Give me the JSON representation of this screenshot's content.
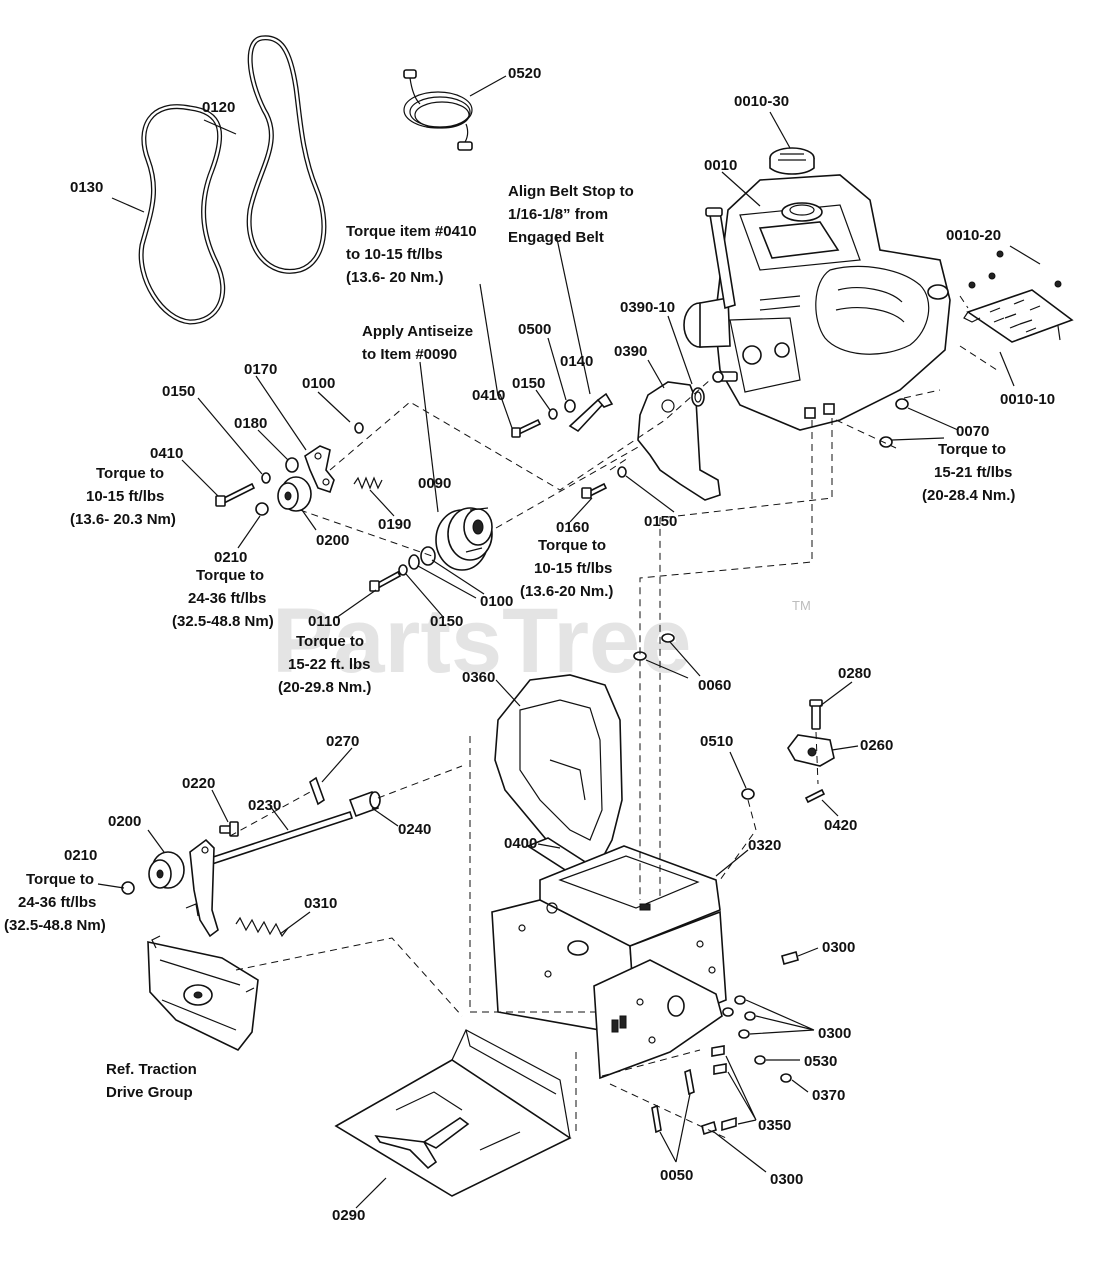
{
  "watermark": {
    "text": "PartsTree",
    "trademark": "TM"
  },
  "labels": {
    "p0520": "0520",
    "p0120": "0120",
    "p0130": "0130",
    "p0010_30": "0010-30",
    "p0010": "0010",
    "p0010_20": "0010-20",
    "p0010_10": "0010-10",
    "p0390_10": "0390-10",
    "p0390": "0390",
    "p0500": "0500",
    "p0140": "0140",
    "p0150_a": "0150",
    "p0410_a": "0410",
    "p0170": "0170",
    "p0100_a": "0100",
    "p0150_b": "0150",
    "p0180": "0180",
    "p0410_b": "0410",
    "p0200_a": "0200",
    "p0190": "0190",
    "p0090": "0090",
    "p0210_a": "0210",
    "p0160": "0160",
    "p0150_c": "0150",
    "p0070": "0070",
    "p0100_b": "0100",
    "p0110": "0110",
    "p0150_d": "0150",
    "p0060": "0060",
    "p0360": "0360",
    "p0280": "0280",
    "p0260": "0260",
    "p0270": "0270",
    "p0510": "0510",
    "p0420": "0420",
    "p0220": "0220",
    "p0230": "0230",
    "p0240": "0240",
    "p0200_b": "0200",
    "p0400": "0400",
    "p0320": "0320",
    "p0210_b": "0210",
    "p0310": "0310",
    "p0300_a": "0300",
    "p0300_b": "0300",
    "p0530": "0530",
    "p0370": "0370",
    "p0350": "0350",
    "p0050": "0050",
    "p0300_c": "0300",
    "p0290": "0290"
  },
  "notes": {
    "align_belt": [
      "Align Belt Stop to",
      "1/16-1/8” from",
      "Engaged Belt"
    ],
    "torque_0410": [
      "Torque item #0410",
      "to 10-15 ft/lbs",
      "(13.6- 20 Nm.)"
    ],
    "antiseize": [
      "Apply Antiseize",
      "to Item #0090"
    ],
    "torque_left_0410": [
      "Torque to",
      "10-15 ft/lbs",
      "(13.6- 20.3 Nm)"
    ],
    "torque_0210_a": [
      "Torque to",
      "24-36 ft/lbs",
      "(32.5-48.8 Nm)"
    ],
    "torque_0160": [
      "Torque to",
      "10-15 ft/lbs",
      "(13.6-20 Nm.)"
    ],
    "torque_0070": [
      "Torque to",
      "15-21 ft/lbs",
      "(20-28.4 Nm.)"
    ],
    "torque_0110": [
      "Torque to",
      "15-22 ft. lbs",
      "(20-29.8 Nm.)"
    ],
    "torque_0210_b": [
      "Torque to",
      "24-36 ft/lbs",
      "(32.5-48.8 Nm)"
    ],
    "ref_traction": [
      "Ref. Traction",
      "Drive Group"
    ]
  }
}
